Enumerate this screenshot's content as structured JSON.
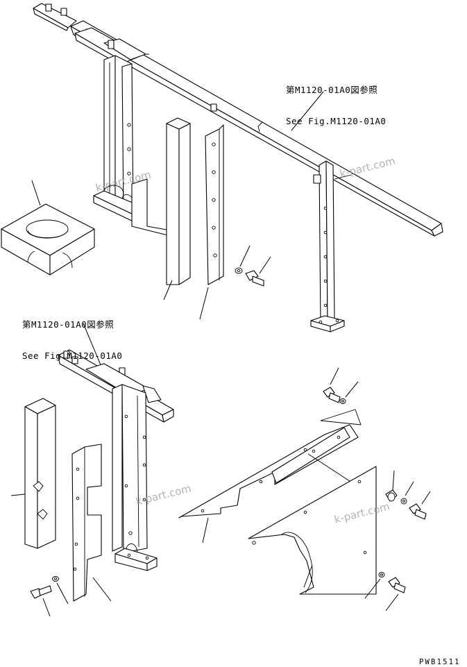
{
  "references": {
    "top": {
      "jp": "第M1120-01A0図参照",
      "en": "See Fig.M1120-01A0"
    },
    "middle": {
      "jp": "第M1120-01A0図参照",
      "en": "See Fig.M1120-01A0"
    }
  },
  "watermark": "k-part.com",
  "drawing_code": "PWB1511"
}
